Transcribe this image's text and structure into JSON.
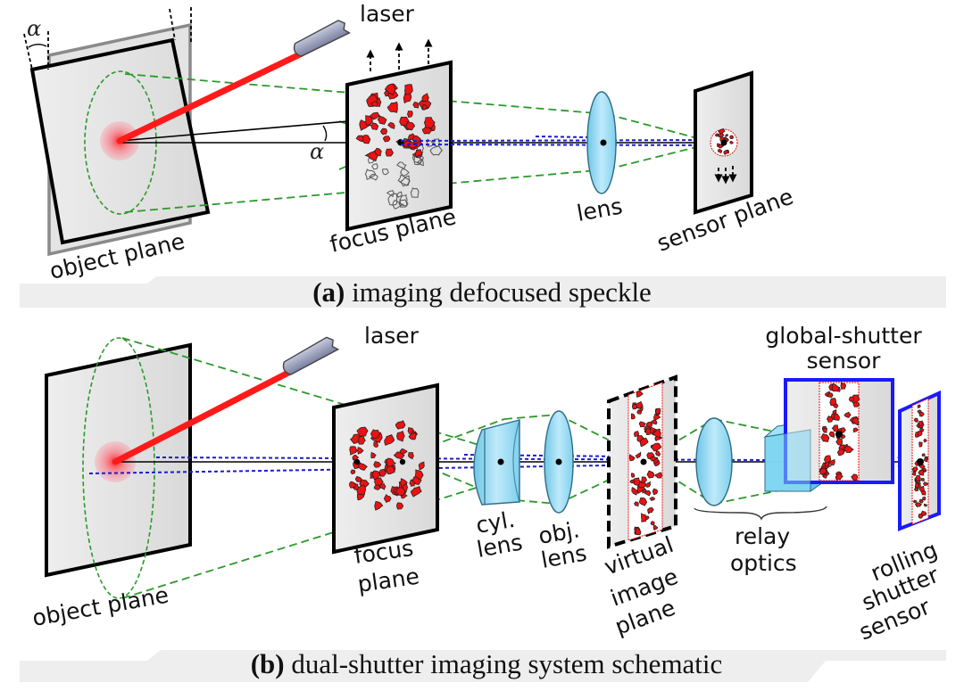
{
  "colors": {
    "laser_beam": "#ff1a1a",
    "speckle": "#ee1111",
    "green_rays": "#2a9a2a",
    "blue_rays": "#1c1ccc",
    "lens": "#8fd8f0",
    "sensor_frame": "#1a1aff",
    "caption_band": "#eeeeee"
  },
  "panel_a": {
    "labels": {
      "laser": "laser",
      "object_plane": "object plane",
      "focus_plane": "focus plane",
      "lens": "lens",
      "sensor_plane": "sensor plane",
      "tilt_angle": "α",
      "view_angle": "α"
    },
    "caption_tag": "(a)",
    "caption_text": " imaging defocused speckle"
  },
  "panel_b": {
    "labels": {
      "laser": "laser",
      "object_plane": "object plane",
      "focus_line1": "focus",
      "focus_line2": "plane",
      "cyl_line1": "cyl.",
      "cyl_line2": "lens",
      "obj_line1": "obj.",
      "obj_line2": "lens",
      "virtual_line1": "virtual",
      "virtual_line2": "image",
      "virtual_line3": "plane",
      "relay_line1": "relay",
      "relay_line2": "optics",
      "global_line1": "global-shutter",
      "global_line2": "sensor",
      "rolling_line1": "rolling",
      "rolling_line2": "shutter",
      "rolling_line3": "sensor"
    },
    "caption_tag": "(b)",
    "caption_text": " dual-shutter imaging system schematic"
  }
}
